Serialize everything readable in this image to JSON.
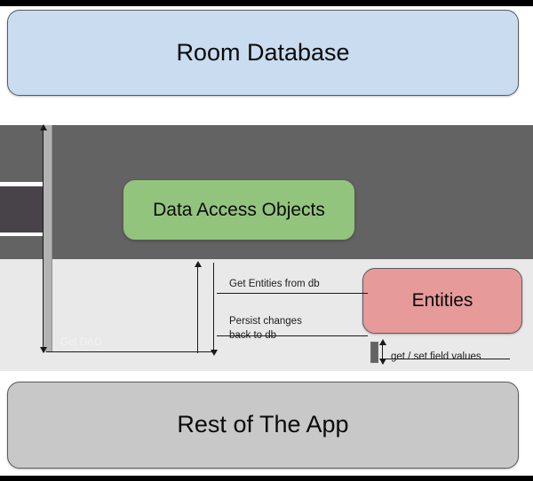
{
  "diagram": {
    "title_nodes": {
      "room_database": "Room Database",
      "data_access_objects": "Data Access Objects",
      "entities": "Entities",
      "rest_of_the_app": "Rest of The App"
    },
    "messages": [
      {
        "label": "Get DAO"
      },
      {
        "label": "Get Entities from db"
      },
      {
        "label": "Persist changes"
      },
      {
        "label": "back to db"
      },
      {
        "label": "get / set field values"
      }
    ],
    "colors": {
      "room_database_fill": "#c9dcf0",
      "dao_fill": "#93c47d",
      "entities_fill": "#e79a9a",
      "rest_of_app_fill": "#c8c8c8",
      "node_stroke": "#5b5b5b",
      "overlay_medium_gray": "#636363",
      "overlay_dark_gray": "#474349",
      "overlay_light_gray": "#e9e9e9",
      "trim_black": "#000000",
      "line": "#1a1a1a"
    }
  }
}
